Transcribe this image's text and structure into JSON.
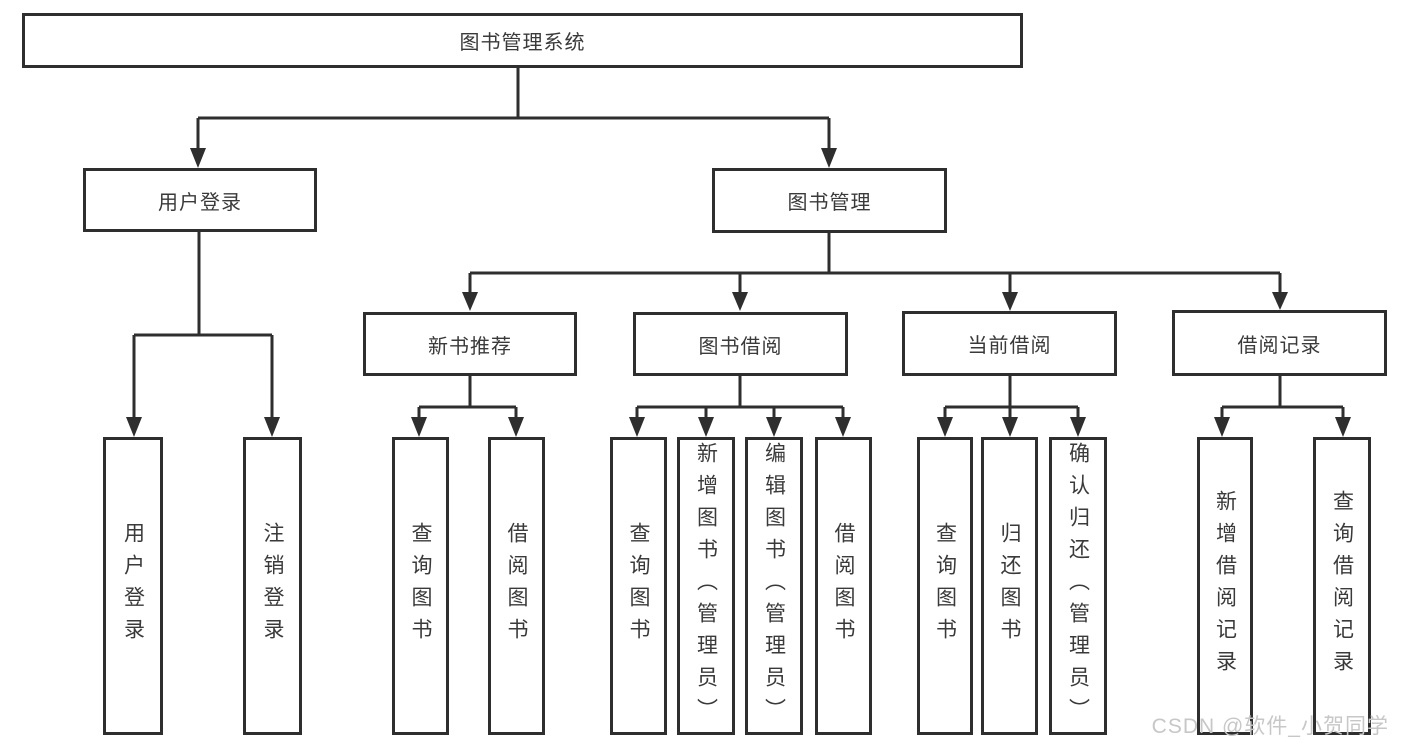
{
  "title": {
    "root_label": "图书管理系统"
  },
  "level2": [
    {
      "label": "用户登录"
    },
    {
      "label": "图书管理"
    }
  ],
  "level3": [
    {
      "label": "新书推荐"
    },
    {
      "label": "图书借阅"
    },
    {
      "label": "当前借阅"
    },
    {
      "label": "借阅记录"
    }
  ],
  "leaves": {
    "login": [
      {
        "label": "用户登录"
      },
      {
        "label": "注销登录"
      }
    ],
    "recommend": [
      {
        "label": "查询图书"
      },
      {
        "label": "借阅图书"
      }
    ],
    "borrow": [
      {
        "label": "查询图书"
      },
      {
        "label": "新增图书（管理员）"
      },
      {
        "label": "编辑图书（管理员）"
      },
      {
        "label": "借阅图书"
      }
    ],
    "current": [
      {
        "label": "查询图书"
      },
      {
        "label": "归还图书"
      },
      {
        "label": "确认归还（管理员）"
      }
    ],
    "records": [
      {
        "label": "新增借阅记录"
      },
      {
        "label": "查询借阅记录"
      }
    ]
  },
  "watermark": {
    "text": "CSDN @软件_小贺同学"
  },
  "colors": {
    "line": "#2e2e2e",
    "text": "#3a3a3a",
    "background": "#ffffff",
    "watermark_text": "#c7c7c7"
  }
}
